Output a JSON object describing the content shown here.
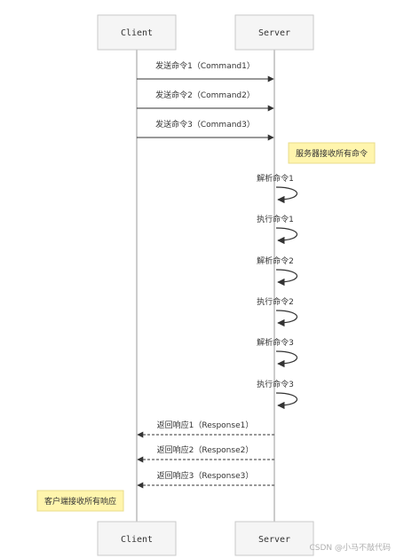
{
  "actors": {
    "client": "Client",
    "server": "Server"
  },
  "messages": [
    "发送命令1（Command1）",
    "发送命令2（Command2）",
    "发送命令3（Command3）"
  ],
  "notes": {
    "server_received": "服务器接收所有命令",
    "client_received": "客户端接收所有响应"
  },
  "self_actions": [
    "解析命令1",
    "执行命令1",
    "解析命令2",
    "执行命令2",
    "解析命令3",
    "执行命令3"
  ],
  "responses": [
    "返回响应1（Response1）",
    "返回响应2（Response2）",
    "返回响应3（Response3）"
  ],
  "watermark": "CSDN @小马不敲代码",
  "colors": {
    "note_fill": "#fff5ad",
    "actor_fill": "#f5f5f5"
  }
}
